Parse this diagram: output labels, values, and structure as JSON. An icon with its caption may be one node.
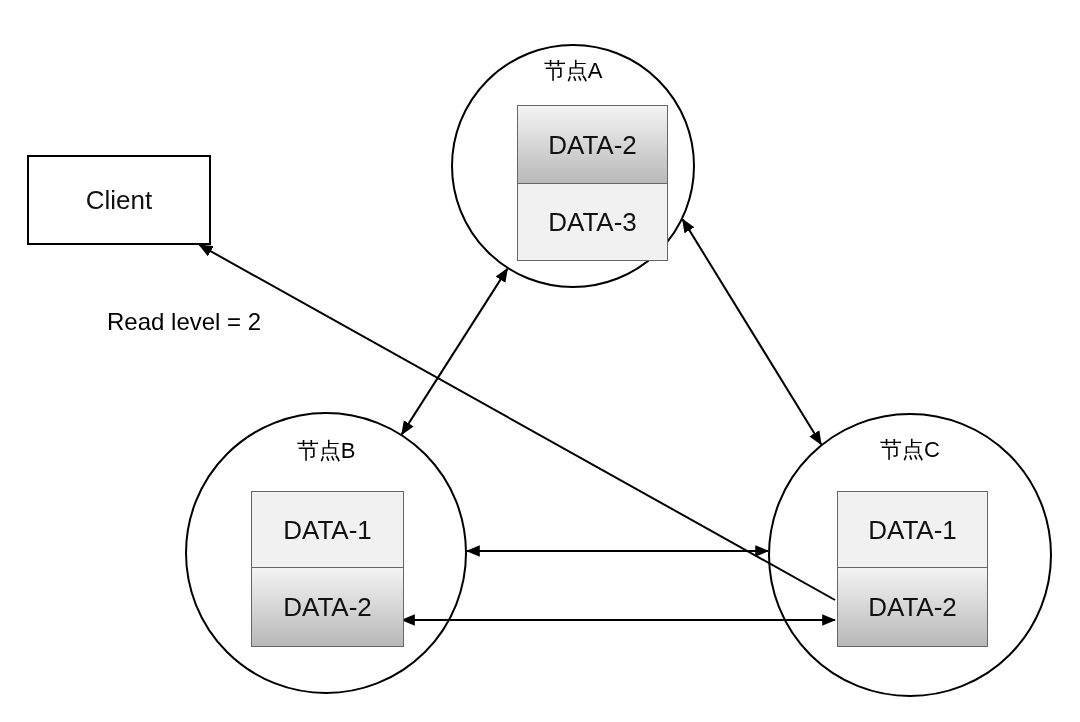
{
  "diagram": {
    "nodes": [
      {
        "text": [
          "Client"
        ]
      },
      {
        "text": [
          "节点A"
        ]
      },
      {
        "text": [
          "DATA-2"
        ],
        "in": 1
      },
      {
        "text": [
          "DATA-3"
        ],
        "in": 1
      },
      {
        "text": [
          "节点B"
        ]
      },
      {
        "text": [
          "DATA-1"
        ],
        "in": 4
      },
      {
        "text": [
          "DATA-2"
        ],
        "in": 4
      },
      {
        "text": [
          "节点C"
        ]
      },
      {
        "text": [
          "DATA-1"
        ],
        "in": 7
      },
      {
        "text": [
          "DATA-2"
        ],
        "in": 7
      }
    ],
    "edges": [
      {
        "from": 1,
        "to": 4,
        "arrow": "both"
      },
      {
        "from": 1,
        "to": 7,
        "arrow": "both"
      },
      {
        "from": 4,
        "to": 7,
        "arrow": "both"
      },
      {
        "from": 6,
        "to": 9,
        "arrow": "both"
      },
      {
        "from": 9,
        "to": 0,
        "arrow": "to"
      }
    ],
    "labels": [
      "Read level = 2"
    ]
  }
}
